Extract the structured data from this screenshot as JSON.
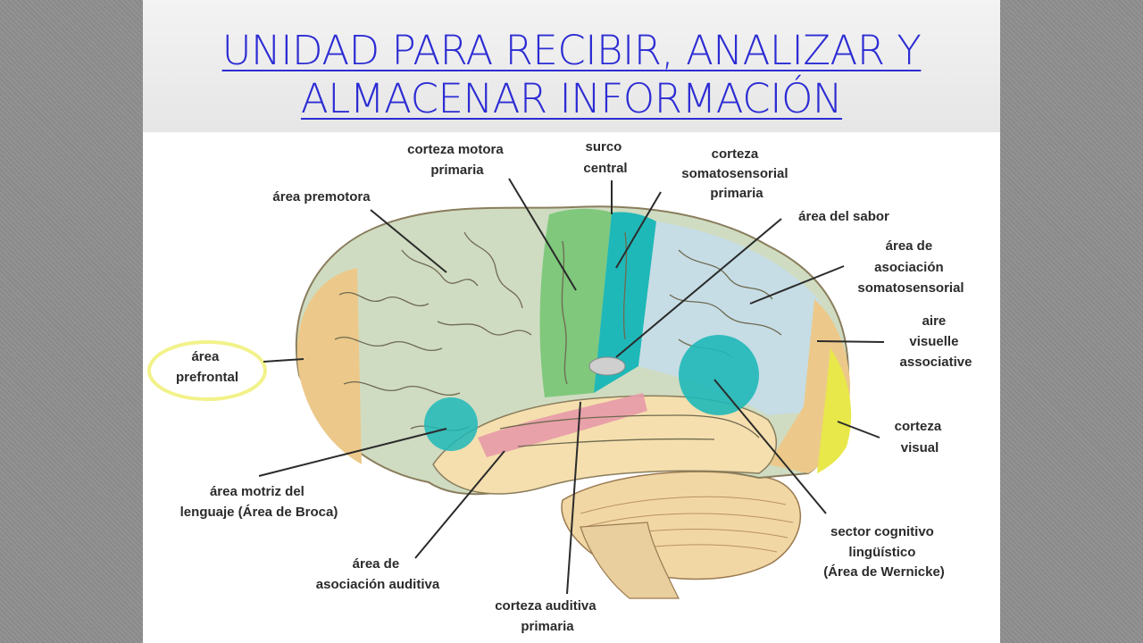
{
  "slide": {
    "title_line1": "UNIDAD PARA RECIBIR, ANALIZAR Y",
    "title_line2": "ALMACENAR INFORMACIÓN"
  },
  "labels": {
    "corteza_motora": [
      "corteza motora",
      "primaria"
    ],
    "surco_central": [
      "surco",
      "central"
    ],
    "corteza_somatosensorial": [
      "corteza",
      "somatosensorial",
      "primaria"
    ],
    "area_premotora": [
      "área premotora"
    ],
    "area_sabor": [
      "área del sabor"
    ],
    "area_asociacion_somato": [
      "área de",
      "asociación",
      "somatosensorial"
    ],
    "area_prefrontal": [
      "área",
      "prefrontal"
    ],
    "aire_visuelle": [
      "aire",
      "visuelle",
      "associative"
    ],
    "corteza_visual": [
      "corteza",
      "visual"
    ],
    "broca": [
      "área motriz del",
      "lenguaje (Área de Broca)"
    ],
    "wernicke": [
      "sector cognitivo",
      "lingüístico",
      "(Área de Wernicke)"
    ],
    "asociacion_auditiva": [
      "área de",
      "asociación auditiva"
    ],
    "corteza_auditiva": [
      "corteza auditiva",
      "primaria"
    ]
  },
  "colors": {
    "title": "#2c2cd4",
    "frontal": "#cfdcc2",
    "prefrontal": "#ecc98a",
    "motor": "#7fc87c",
    "somatosensory": "#1fb8b8",
    "parietal": "#c6dde6",
    "temporal": "#f5dfae",
    "visual": "#e8e84a",
    "auditory": "#e89aa8",
    "highlight_circle": "#f2f28a"
  }
}
